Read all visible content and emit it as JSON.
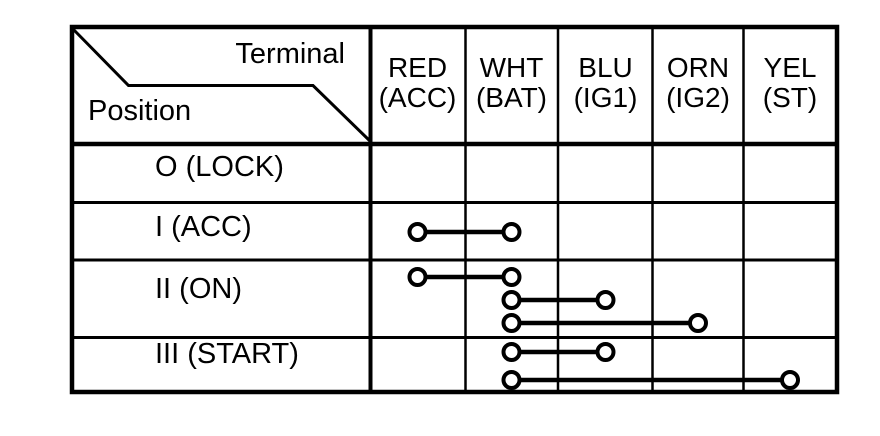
{
  "corner": {
    "terminal_label": "Terminal",
    "position_label": "Position"
  },
  "terminals": [
    {
      "wire": "RED",
      "circuit": "(ACC)"
    },
    {
      "wire": "WHT",
      "circuit": "(BAT)"
    },
    {
      "wire": "BLU",
      "circuit": "(IG1)"
    },
    {
      "wire": "ORN",
      "circuit": "(IG2)"
    },
    {
      "wire": "YEL",
      "circuit": "(ST)"
    }
  ],
  "positions": [
    {
      "label": "O (LOCK)",
      "continuity": []
    },
    {
      "label": "I (ACC)",
      "continuity": [
        [
          "RED",
          "WHT"
        ]
      ]
    },
    {
      "label": "II (ON)",
      "continuity": [
        [
          "RED",
          "WHT"
        ],
        [
          "WHT",
          "BLU"
        ],
        [
          "WHT",
          "ORN"
        ]
      ]
    },
    {
      "label": "III (START)",
      "continuity": [
        [
          "WHT",
          "BLU"
        ],
        [
          "WHT",
          "YEL"
        ]
      ]
    }
  ],
  "colors": {
    "ink": "#000000",
    "paper": "#ffffff"
  }
}
